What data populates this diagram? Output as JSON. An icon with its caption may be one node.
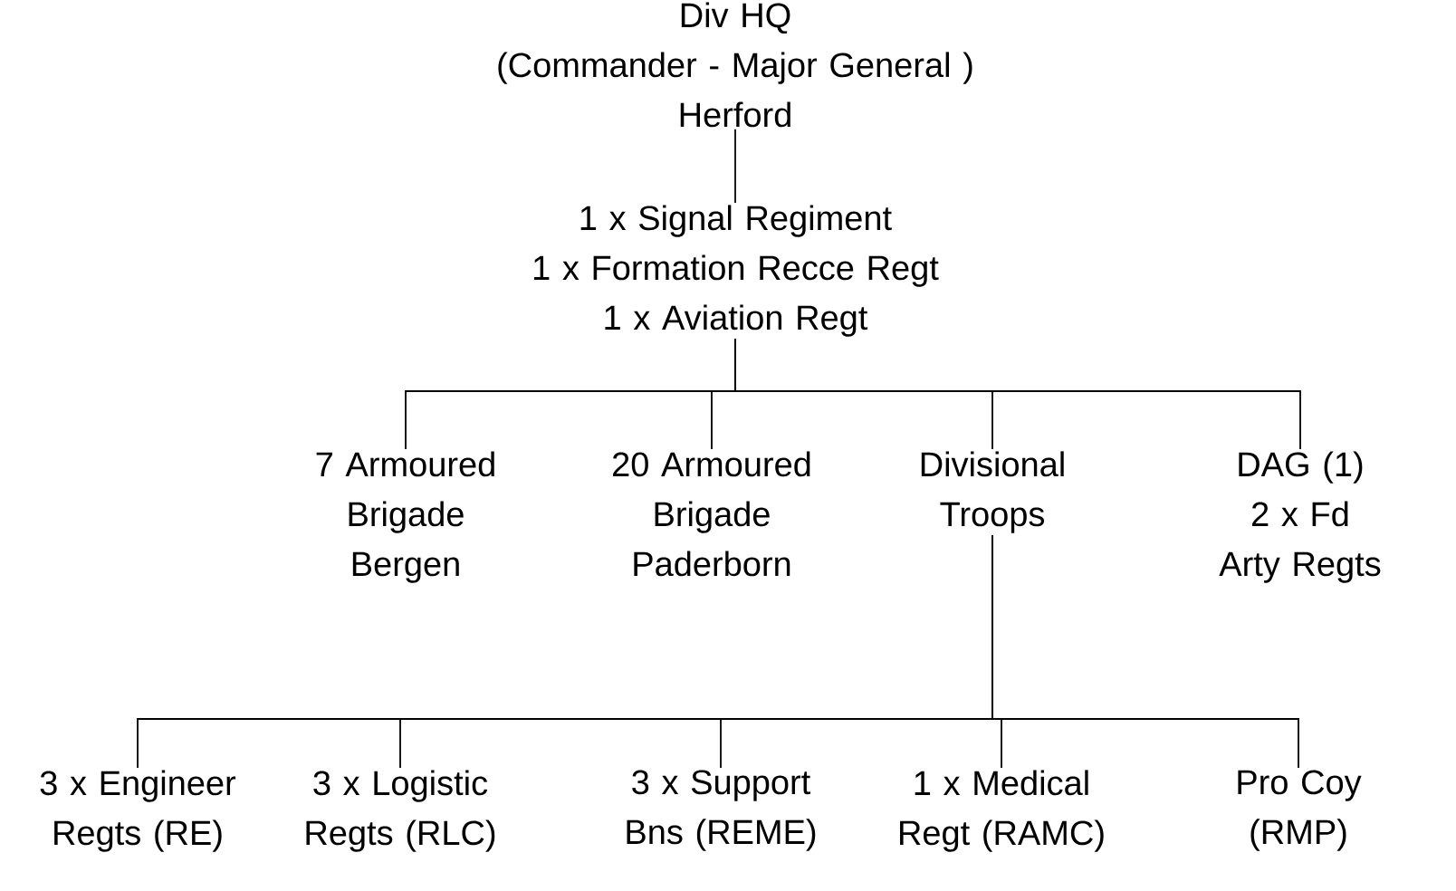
{
  "diagram": {
    "nodes": [
      {
        "text": [
          "Div HQ",
          "(Commander - Major General )",
          "Herford"
        ]
      },
      {
        "text": [
          "1 x Signal Regiment",
          "1 x Formation Recce Regt",
          "1 x Aviation Regt"
        ]
      },
      {
        "text": [
          "7 Armoured Brigade Bergen"
        ]
      },
      {
        "text": [
          "20 Armoured Brigade Paderborn"
        ]
      },
      {
        "text": [
          "Divisional Troops"
        ]
      },
      {
        "text": [
          "DAG (1)",
          "2 x Fd Arty Regts"
        ]
      },
      {
        "text": [
          "3 x Engineer Regts (RE)"
        ]
      },
      {
        "text": [
          "3 x Logistic Regts (RLC)"
        ]
      },
      {
        "text": [
          "3 x Support Bns (REME)"
        ]
      },
      {
        "text": [
          "1 x Medical Regt (RAMC)"
        ]
      },
      {
        "text": [
          "Pro Coy (RMP)"
        ]
      }
    ],
    "edges": [
      {
        "from": 0,
        "to": 1,
        "arrow": "none"
      },
      {
        "from": 1,
        "to": 2,
        "arrow": "none"
      },
      {
        "from": 1,
        "to": 3,
        "arrow": "none"
      },
      {
        "from": 1,
        "to": 4,
        "arrow": "none"
      },
      {
        "from": 1,
        "to": 5,
        "arrow": "none"
      },
      {
        "from": 4,
        "to": 6,
        "arrow": "none"
      },
      {
        "from": 4,
        "to": 7,
        "arrow": "none"
      },
      {
        "from": 4,
        "to": 8,
        "arrow": "none"
      },
      {
        "from": 4,
        "to": 9,
        "arrow": "none"
      },
      {
        "from": 4,
        "to": 10,
        "arrow": "none"
      }
    ]
  }
}
